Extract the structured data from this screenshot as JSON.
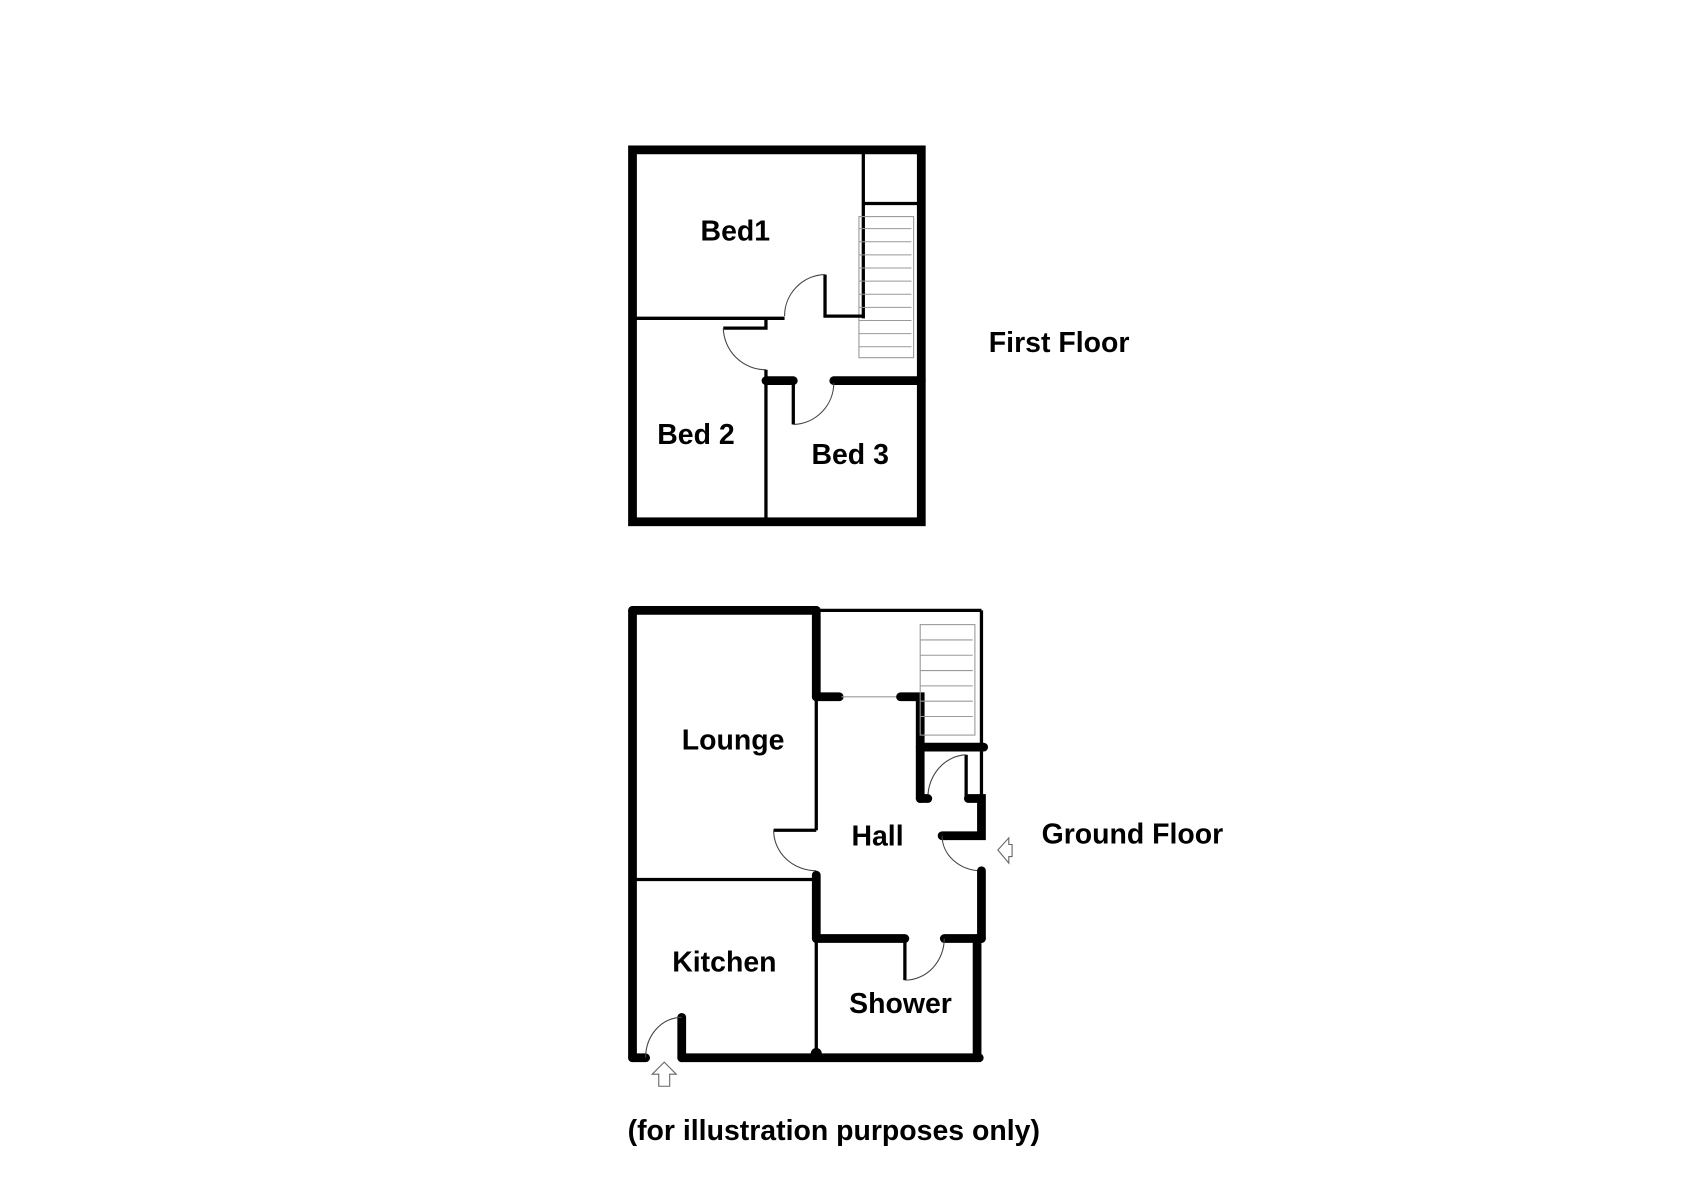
{
  "first_floor": {
    "title": "First Floor",
    "rooms": [
      "Bed1",
      "Bed 2",
      "Bed 3"
    ]
  },
  "ground_floor": {
    "title": "Ground Floor",
    "rooms": [
      "Lounge",
      "Hall",
      "Kitchen",
      "Shower"
    ]
  },
  "disclaimer": "(for illustration purposes only)"
}
